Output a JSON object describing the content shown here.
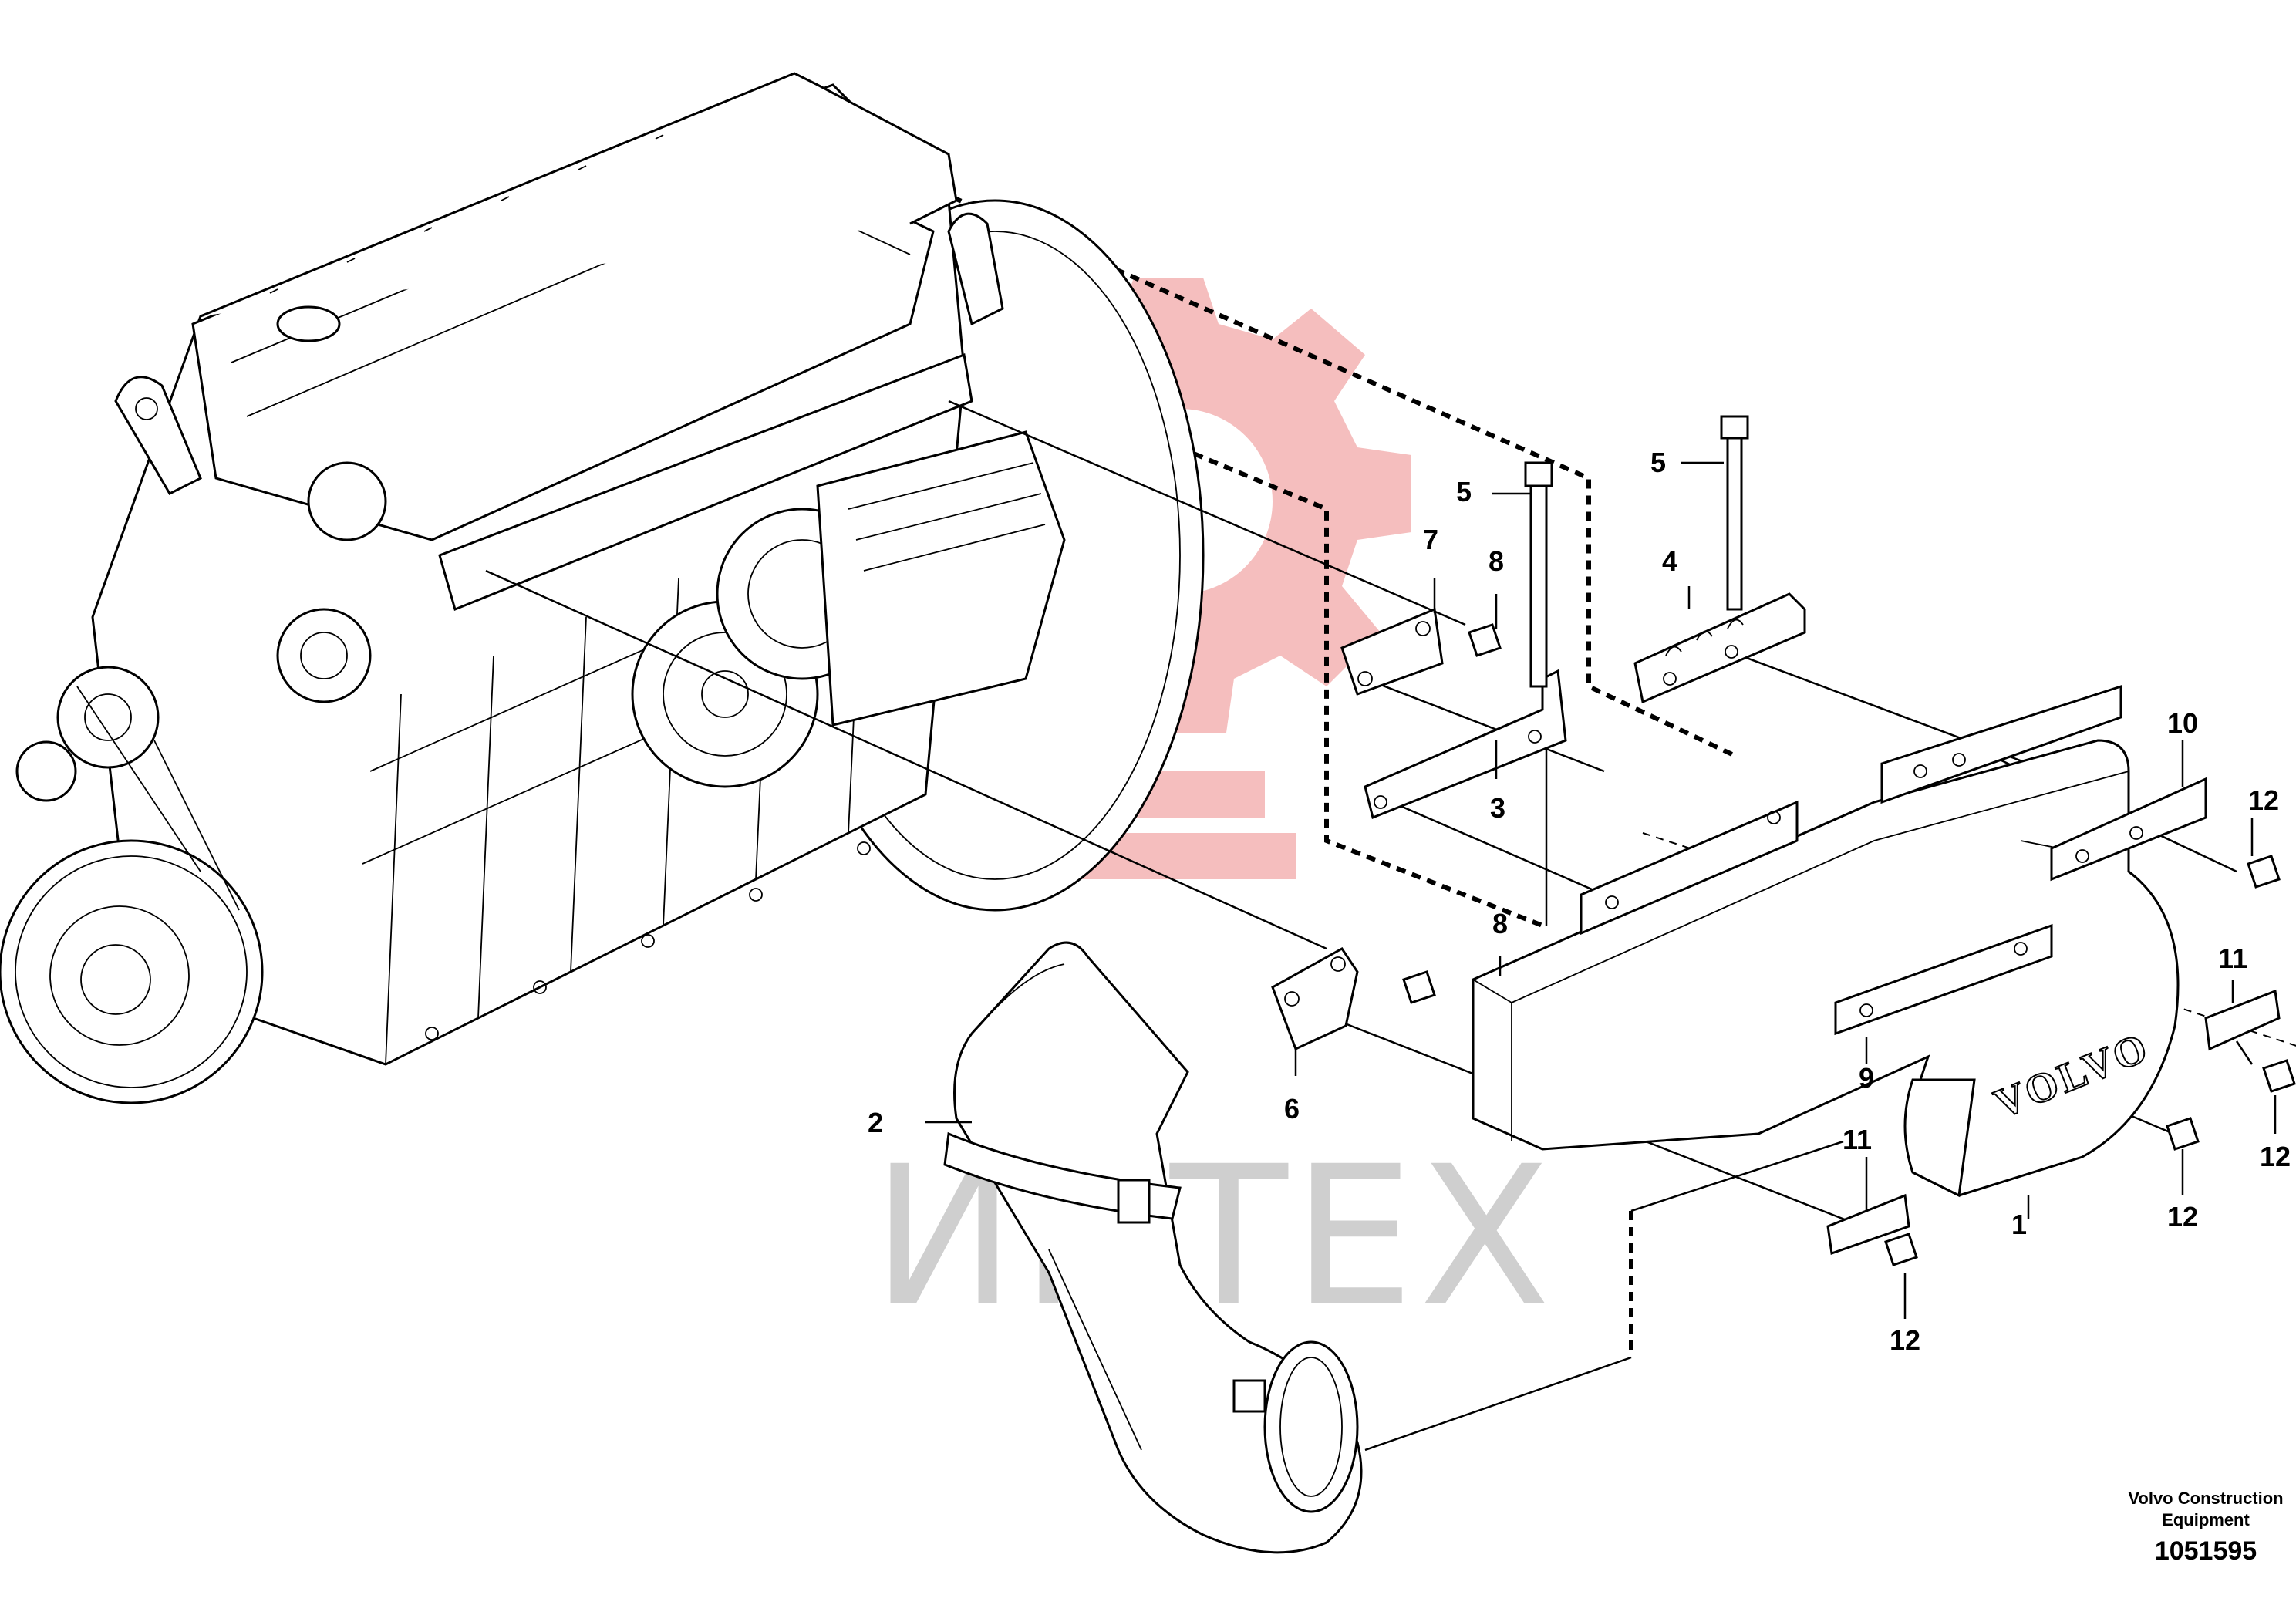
{
  "watermark": {
    "text": "ИНТЕХ",
    "color": "#f4b7b7"
  },
  "volvo_mark": "VOLVO",
  "callouts": [
    {
      "id": "c1",
      "text": "1"
    },
    {
      "id": "c2",
      "text": "2"
    },
    {
      "id": "c3",
      "text": "3"
    },
    {
      "id": "c4",
      "text": "4"
    },
    {
      "id": "c5a",
      "text": "5"
    },
    {
      "id": "c5b",
      "text": "5"
    },
    {
      "id": "c6",
      "text": "6"
    },
    {
      "id": "c7",
      "text": "7"
    },
    {
      "id": "c8a",
      "text": "8"
    },
    {
      "id": "c8b",
      "text": "8"
    },
    {
      "id": "c9",
      "text": "9"
    },
    {
      "id": "c10",
      "text": "10"
    },
    {
      "id": "c11a",
      "text": "11"
    },
    {
      "id": "c11b",
      "text": "11"
    },
    {
      "id": "c12a",
      "text": "12"
    },
    {
      "id": "c12b",
      "text": "12"
    },
    {
      "id": "c12c",
      "text": "12"
    },
    {
      "id": "c12d",
      "text": "12"
    }
  ],
  "footer": {
    "line1": "Volvo Construction",
    "line2": "Equipment",
    "number": "1051595"
  }
}
